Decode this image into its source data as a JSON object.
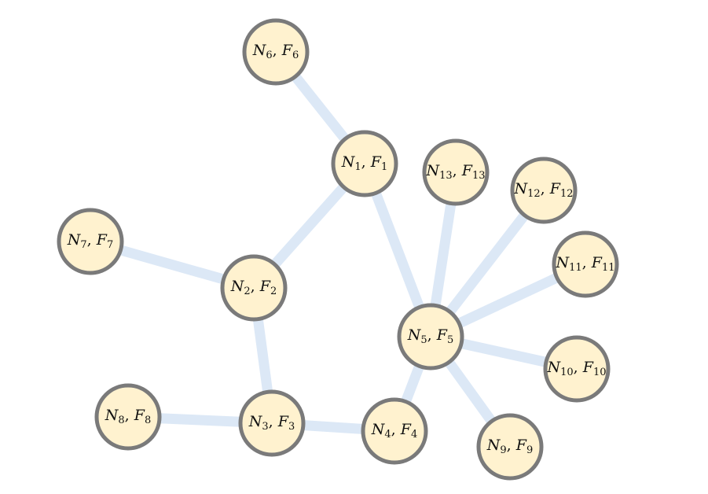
{
  "nodes": [
    {
      "id": "n1",
      "n": "N",
      "n_sub": "1",
      "f": "F",
      "f_sub": "1"
    },
    {
      "id": "n2",
      "n": "N",
      "n_sub": "2",
      "f": "F",
      "f_sub": "2"
    },
    {
      "id": "n3",
      "n": "N",
      "n_sub": "3",
      "f": "F",
      "f_sub": "3"
    },
    {
      "id": "n4",
      "n": "N",
      "n_sub": "4",
      "f": "F",
      "f_sub": "4"
    },
    {
      "id": "n5",
      "n": "N",
      "n_sub": "5",
      "f": "F",
      "f_sub": "5"
    },
    {
      "id": "n6",
      "n": "N",
      "n_sub": "6",
      "f": "F",
      "f_sub": "6"
    },
    {
      "id": "n7",
      "n": "N",
      "n_sub": "7",
      "f": "F",
      "f_sub": "7"
    },
    {
      "id": "n8",
      "n": "N",
      "n_sub": "8",
      "f": "F",
      "f_sub": "8"
    },
    {
      "id": "n9",
      "n": "N",
      "n_sub": "9",
      "f": "F",
      "f_sub": "9"
    },
    {
      "id": "n10",
      "n": "N",
      "n_sub": "10",
      "f": "F",
      "f_sub": "10"
    },
    {
      "id": "n11",
      "n": "N",
      "n_sub": "11",
      "f": "F",
      "f_sub": "11"
    },
    {
      "id": "n12",
      "n": "N",
      "n_sub": "12",
      "f": "F",
      "f_sub": "12"
    },
    {
      "id": "n13",
      "n": "N",
      "n_sub": "13",
      "f": "F",
      "f_sub": "13"
    }
  ],
  "edges": [
    [
      "n6",
      "n1"
    ],
    [
      "n1",
      "n2"
    ],
    [
      "n1",
      "n5"
    ],
    [
      "n7",
      "n2"
    ],
    [
      "n2",
      "n3"
    ],
    [
      "n8",
      "n3"
    ],
    [
      "n3",
      "n4"
    ],
    [
      "n4",
      "n5"
    ],
    [
      "n13",
      "n5"
    ],
    [
      "n12",
      "n5"
    ],
    [
      "n11",
      "n5"
    ],
    [
      "n10",
      "n5"
    ],
    [
      "n9",
      "n5"
    ]
  ],
  "colors": {
    "node_fill": "#fff2cf",
    "node_stroke": "#7a7a7a",
    "edge": "#dce8f6",
    "background": "#ffffff"
  }
}
